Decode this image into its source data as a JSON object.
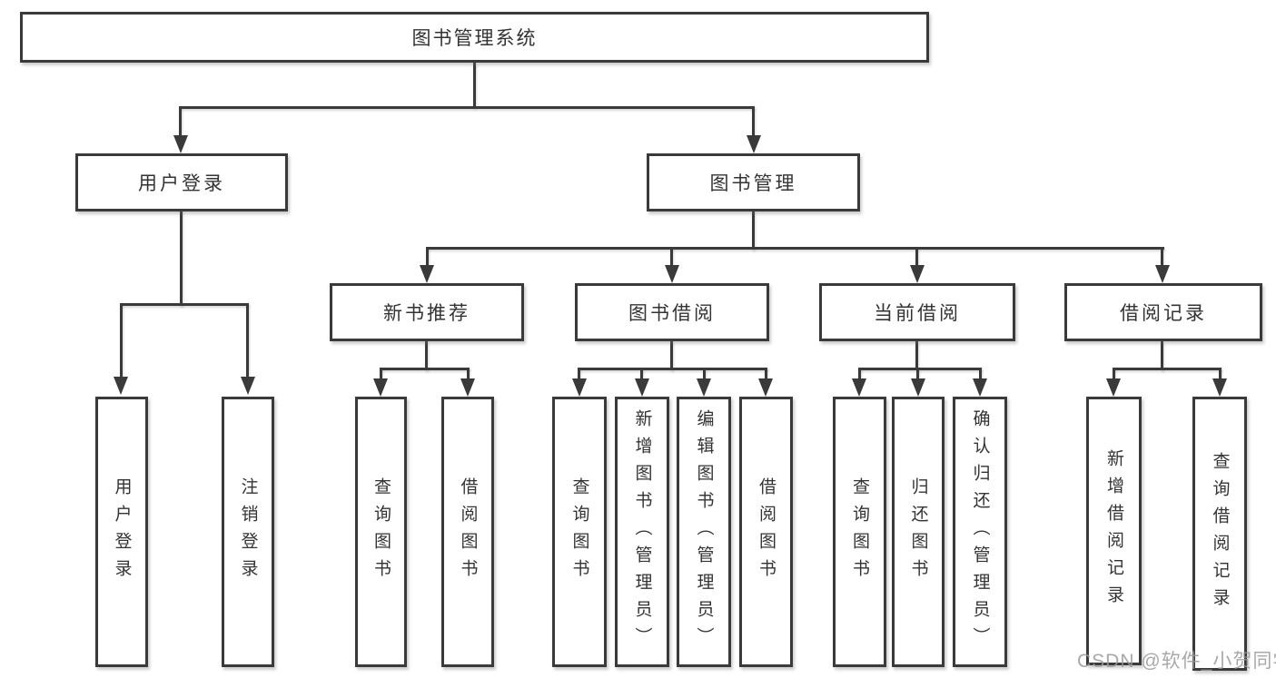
{
  "colors": {
    "line": "#3a3a3a",
    "text": "#333333",
    "background": "#ffffff",
    "watermark": "#9a9a9a"
  },
  "watermark": "CSDN @软件_小贺同学",
  "tree": {
    "label": "图书管理系统",
    "children": [
      {
        "label": "用户登录",
        "children": [
          {
            "label": "用户登录"
          },
          {
            "label": "注销登录"
          }
        ]
      },
      {
        "label": "图书管理",
        "children": [
          {
            "label": "新书推荐",
            "children": [
              {
                "label": "查询图书"
              },
              {
                "label": "借阅图书"
              }
            ]
          },
          {
            "label": "图书借阅",
            "children": [
              {
                "label": "查询图书"
              },
              {
                "label": "新增图书（管理员）"
              },
              {
                "label": "编辑图书（管理员）"
              },
              {
                "label": "借阅图书"
              }
            ]
          },
          {
            "label": "当前借阅",
            "children": [
              {
                "label": "查询图书"
              },
              {
                "label": "归还图书"
              },
              {
                "label": "确认归还（管理员）"
              }
            ]
          },
          {
            "label": "借阅记录",
            "children": [
              {
                "label": "新增借阅记录"
              },
              {
                "label": "查询借阅记录"
              }
            ]
          }
        ]
      }
    ]
  }
}
